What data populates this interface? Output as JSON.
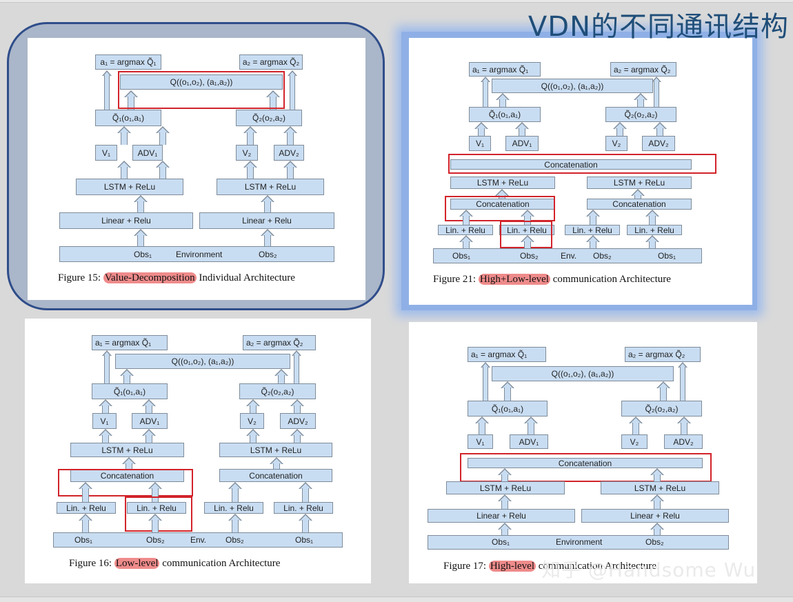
{
  "slide": {
    "title": "VDN的不同通讯结构",
    "accent_color": "#1f4e79",
    "highlight_red": "#d2232a",
    "caption_mark_color": "#ef8b8b",
    "box_fill": "#c9ddf2"
  },
  "figures": [
    {
      "id": "fig15",
      "caption_prefix": "Figure 15: ",
      "caption_highlight": "Value-Decomposition",
      "caption_suffix": " Individual Architecture",
      "nodes": {
        "a1": "a₁ = argmax Q̃₁",
        "a2": "a₂ = argmax Q̃₂",
        "q": "Q((o₁,o₂), (a₁,a₂))",
        "q1": "Q̃₁(o₁,a₁)",
        "q2": "Q̃₂(o₂,a₂)",
        "v1": "V₁",
        "adv1": "ADV₁",
        "v2": "V₂",
        "adv2": "ADV₂",
        "lstm1": "LSTM + ReLu",
        "lstm2": "LSTM + ReLu",
        "lin1": "Linear + Relu",
        "lin2": "Linear + Relu",
        "obs1": "Obs₁",
        "env": "Environment",
        "obs2": "Obs₂"
      }
    },
    {
      "id": "fig21",
      "caption_prefix": "Figure 21: ",
      "caption_highlight": "High+Low-level",
      "caption_suffix": " communication Architecture",
      "nodes": {
        "a1": "a₁ = argmax Q̃₁",
        "a2": "a₂ = argmax Q̃₂",
        "q": "Q((o₁,o₂), (a₁,a₂))",
        "q1": "Q̃₁(o₁,a₁)",
        "q2": "Q̃₂(o₂,a₂)",
        "v1": "V₁",
        "adv1": "ADV₁",
        "v2": "V₂",
        "adv2": "ADV₂",
        "concat_high": "Concatenation",
        "lstm1": "LSTM + ReLu",
        "lstm2": "LSTM + ReLu",
        "concat1": "Concatenation",
        "concat2": "Concatenation",
        "lin_a": "Lin. + Relu",
        "lin_b": "Lin. + Relu",
        "lin_c": "Lin. + Relu",
        "lin_d": "Lin. + Relu",
        "obs_a": "Obs₁",
        "obs_b": "Obs₂",
        "env": "Env.",
        "obs_c": "Obs₂",
        "obs_d": "Obs₁"
      }
    },
    {
      "id": "fig16",
      "caption_prefix": "Figure 16: ",
      "caption_highlight": "Low-level",
      "caption_suffix": " communication Architecture",
      "nodes": {
        "a1": "a₁ = argmax Q̃₁",
        "a2": "a₂ = argmax Q̃₂",
        "q": "Q((o₁,o₂), (a₁,a₂))",
        "q1": "Q̃₁(o₁,a₁)",
        "q2": "Q̃₂(o₂,a₂)",
        "v1": "V₁",
        "adv1": "ADV₁",
        "v2": "V₂",
        "adv2": "ADV₂",
        "lstm1": "LSTM + ReLu",
        "lstm2": "LSTM + ReLu",
        "concat1": "Concatenation",
        "concat2": "Concatenation",
        "lin_a": "Lin. + Relu",
        "lin_b": "Lin. + Relu",
        "lin_c": "Lin. + Relu",
        "lin_d": "Lin. + Relu",
        "obs_a": "Obs₁",
        "obs_b": "Obs₂",
        "env": "Env.",
        "obs_c": "Obs₂",
        "obs_d": "Obs₁"
      }
    },
    {
      "id": "fig17",
      "caption_prefix": "Figure 17: ",
      "caption_highlight": "High-level",
      "caption_suffix": " communication Architecture",
      "nodes": {
        "a1": "a₁ = argmax Q̃₁",
        "a2": "a₂ = argmax Q̃₂",
        "q": "Q((o₁,o₂), (a₁,a₂))",
        "q1": "Q̃₁(o₁,a₁)",
        "q2": "Q̃₂(o₂,a₂)",
        "v1": "V₁",
        "adv1": "ADV₁",
        "v2": "V₂",
        "adv2": "ADV₂",
        "concat_high": "Concatenation",
        "lstm1": "LSTM + ReLu",
        "lstm2": "LSTM + ReLu",
        "lin1": "Linear + Relu",
        "lin2": "Linear + Relu",
        "obs1": "Obs₁",
        "env": "Environment",
        "obs2": "Obs₂"
      }
    }
  ],
  "watermark": "知乎 @Handsome Wu"
}
